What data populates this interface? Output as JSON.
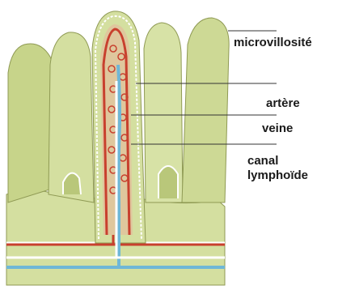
{
  "labels": {
    "microvillosite": "microvillosité",
    "artere": "artère",
    "veine": "veine",
    "canal_line1": "canal",
    "canal_line2": "lymphoïde"
  },
  "colors": {
    "tissue": "#d4dfa0",
    "tissue_dark": "#b9c77a",
    "tissue_shadow": "#8f9a54",
    "membrane": "#ffffff",
    "artery": "#c8402e",
    "vein": "#6fb7d6",
    "lymph": "#ffffff",
    "leader": "#333333"
  }
}
